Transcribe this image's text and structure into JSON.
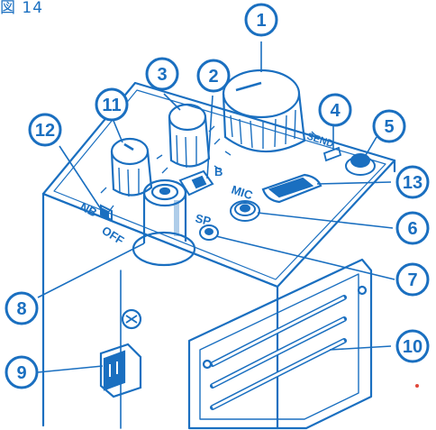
{
  "figure": {
    "caption": "図 14",
    "ink_color": "#1a6fc0",
    "paper_color": "#ffffff",
    "callout_fill": "#ffffff",
    "accent_dot_color": "#e0483a"
  },
  "panel_labels": {
    "nb": "NB",
    "off": "OFF",
    "b": "B",
    "send": "SEND",
    "mic": "MIC",
    "sp": "SP"
  },
  "callouts": [
    {
      "number": "1",
      "part": "large-dial-knob"
    },
    {
      "number": "2",
      "part": "b-switch"
    },
    {
      "number": "3",
      "part": "small-knob"
    },
    {
      "number": "4",
      "part": "send-indicator"
    },
    {
      "number": "5",
      "part": "top-right-button"
    },
    {
      "number": "6",
      "part": "mic-jack"
    },
    {
      "number": "7",
      "part": "sp-jack"
    },
    {
      "number": "8",
      "part": "antenna-connector"
    },
    {
      "number": "9",
      "part": "side-socket"
    },
    {
      "number": "10",
      "part": "side-vent-panel"
    },
    {
      "number": "11",
      "part": "off-knob"
    },
    {
      "number": "12",
      "part": "nb-switch"
    },
    {
      "number": "13",
      "part": "meter-window"
    }
  ]
}
